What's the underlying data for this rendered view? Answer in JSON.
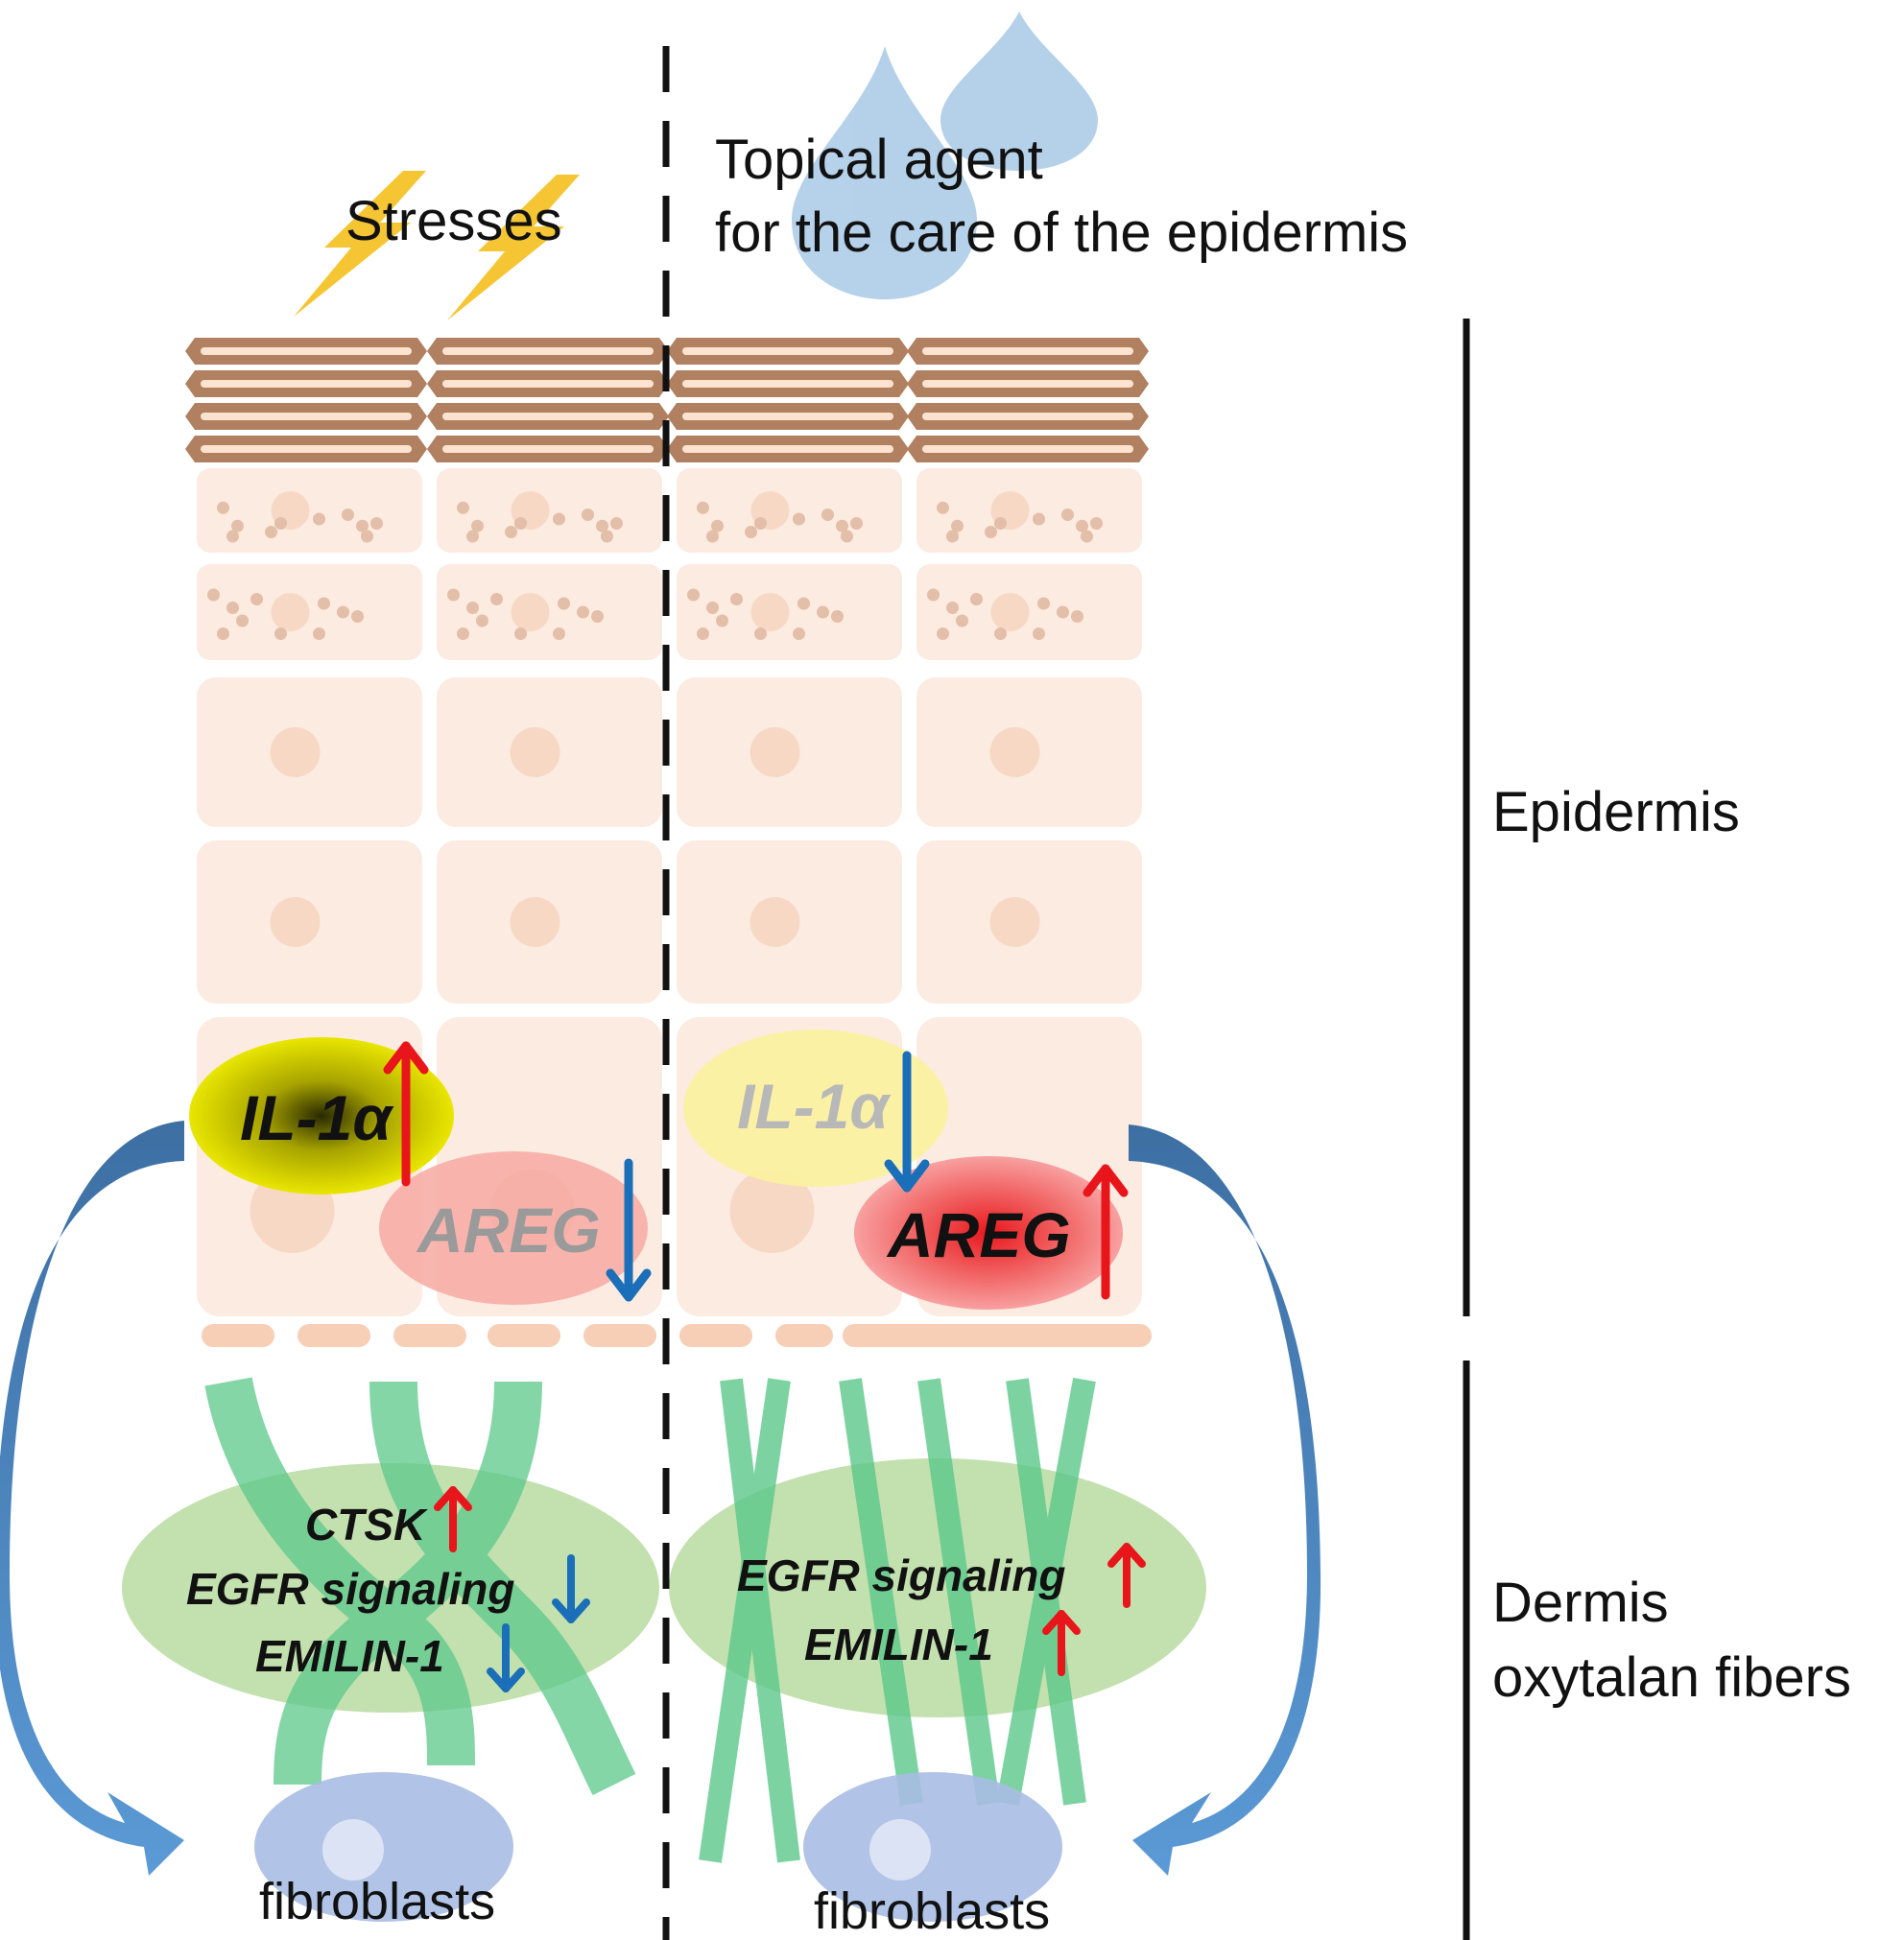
{
  "labels": {
    "stresses": "Stresses",
    "topical_line1": "Topical agent",
    "topical_line2": "for the care of the epidermis",
    "epidermis": "Epidermis",
    "dermis_line1": "Dermis",
    "dermis_line2": "oxytalan fibers",
    "fibroblasts_left": "fibroblasts",
    "fibroblasts_right": "fibroblasts"
  },
  "left_panel": {
    "il1a": "IL-1α",
    "areg": "AREG",
    "ctsk": "CTSK",
    "egfr": "EGFR signaling",
    "emilin": "EMILIN-1"
  },
  "right_panel": {
    "il1a": "IL-1α",
    "areg": "AREG",
    "egfr": "EGFR signaling",
    "emilin": "EMILIN-1"
  },
  "colors": {
    "up_arrow": "#e8151b",
    "down_arrow": "#1a6fb8",
    "fiber_green": "#5cc98a",
    "cell_fill": "#fcebe0",
    "corneocyte": "#b08060",
    "water_drop": "#a9c9e6",
    "lightning": "#f5c533",
    "curved_arrow": "#4f86c0"
  }
}
